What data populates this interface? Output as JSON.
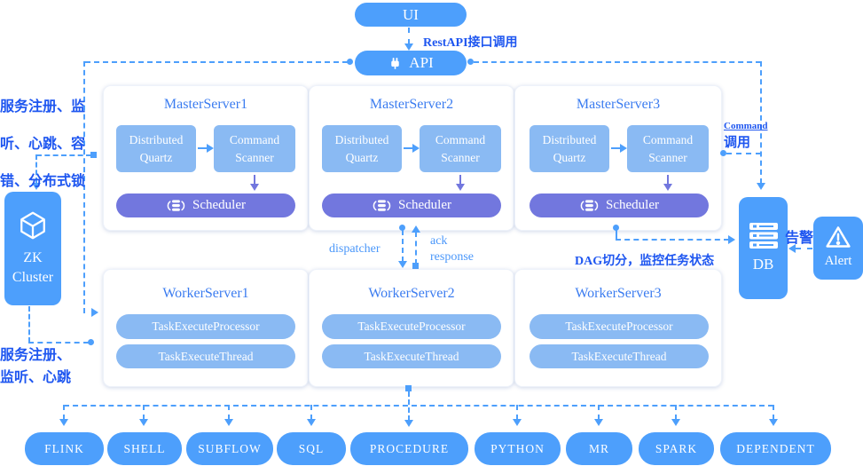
{
  "nodes": {
    "ui": "UI",
    "api": "API",
    "zk": {
      "line1": "ZK",
      "line2": "Cluster"
    },
    "db": "DB",
    "alert": "Alert"
  },
  "labels": {
    "rest_api": "RestAPI接口调用",
    "zk_master_l1": "服务注册、监",
    "zk_master_l2": "听、心跳、容",
    "zk_master_l3": "错、分布式锁",
    "zk_worker_l1": "服务注册、",
    "zk_worker_l2": "监听、心跳",
    "dispatcher": "dispatcher",
    "ack_l1": "ack",
    "ack_l2": "response",
    "dag": "DAG切分，监控任务状态",
    "command_l1": "Command",
    "command_l2": "调用",
    "alarm": "告警"
  },
  "masters": [
    {
      "title": "MasterServer1"
    },
    {
      "title": "MasterServer2"
    },
    {
      "title": "MasterServer3"
    }
  ],
  "master_parts": {
    "quartz_l1": "Distributed",
    "quartz_l2": "Quartz",
    "scanner_l1": "Command",
    "scanner_l2": "Scanner",
    "scheduler": "Scheduler"
  },
  "workers": [
    {
      "title": "WorkerServer1"
    },
    {
      "title": "WorkerServer2"
    },
    {
      "title": "WorkerServer3"
    }
  ],
  "worker_parts": {
    "processor": "TaskExecuteProcessor",
    "thread": "TaskExecuteThread"
  },
  "tasks": [
    "FLINK",
    "SHELL",
    "SUBFLOW",
    "SQL",
    "PROCEDURE",
    "PYTHON",
    "MR",
    "SPARK",
    "DEPENDENT"
  ],
  "colors": {
    "primary": "#4d9ffc",
    "light_blue": "#8abaf3",
    "purple": "#7277de",
    "label_blue": "#1e56f0"
  }
}
